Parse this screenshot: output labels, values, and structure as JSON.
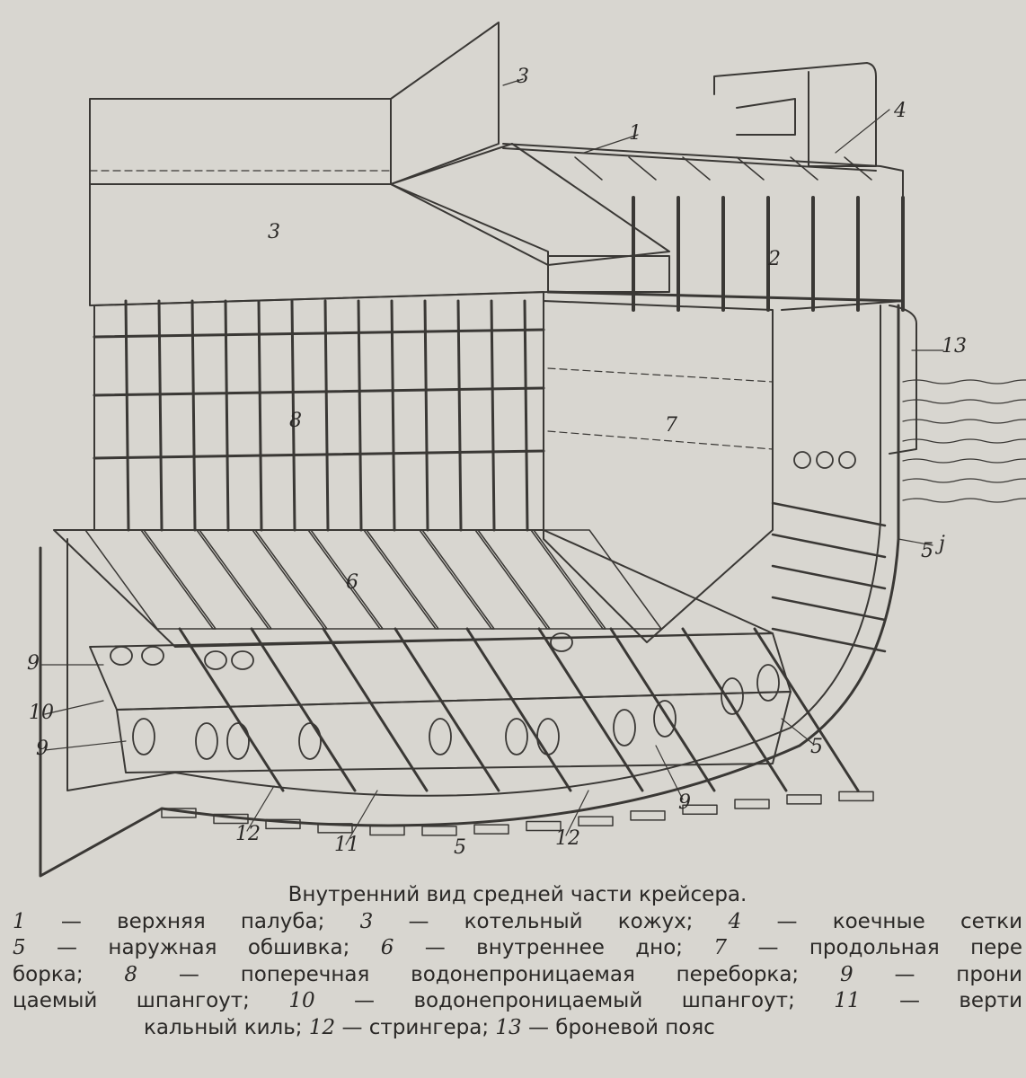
{
  "figure": {
    "labels": [
      "1",
      "2",
      "3",
      "3",
      "4",
      "5",
      "5",
      "5",
      "6",
      "7",
      "8",
      "9",
      "9",
      "9",
      "10",
      "11",
      "12",
      "12",
      "13",
      "j"
    ]
  },
  "caption": {
    "title": "Внутренний вид средней части крейсера.",
    "lines": [
      [
        [
          "1",
          "верхняя палуба;"
        ],
        [
          "3",
          "котельный кожух;"
        ],
        [
          "4",
          "коечные сетки"
        ]
      ],
      [
        [
          "5",
          "наружная обшивка;"
        ],
        [
          "6",
          "внутреннее дно;"
        ],
        [
          "7",
          "продольная пере"
        ]
      ],
      [
        [
          "",
          "борка;"
        ],
        [
          "8",
          "поперечная водонепроницаемая переборка;"
        ],
        [
          "9",
          "прони"
        ]
      ],
      [
        [
          "",
          "цаемый шпангоут;"
        ],
        [
          "10",
          "водонепроницаемый шпангоут;"
        ],
        [
          "11",
          "верти"
        ]
      ],
      [
        [
          "",
          "кальный киль;"
        ],
        [
          "12",
          "стрингера;"
        ],
        [
          "13",
          "броневой пояс"
        ]
      ]
    ]
  }
}
